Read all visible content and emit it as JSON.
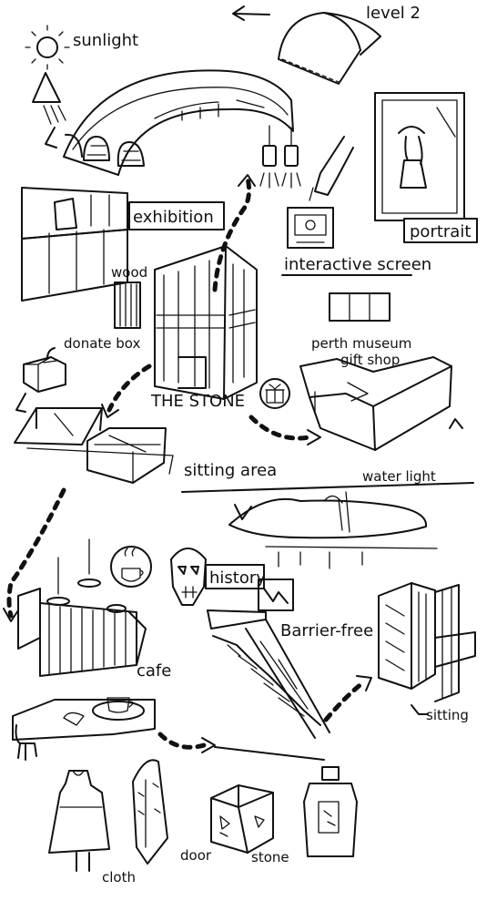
{
  "labels": {
    "level": "level 2",
    "sunlight": "sunlight",
    "exhibition": "exhibition",
    "portrait": "portrait",
    "interactive_screen": "interactive screen",
    "wood": "wood",
    "donate_box": "donate box",
    "the_stone": "THE STONE",
    "gift_shop_1": "perth museum",
    "gift_shop_2": "gift shop",
    "sitting_area": "sitting area",
    "water_light": "water light",
    "history": "history",
    "barrier_free": "Barrier-free",
    "cafe": "cafe",
    "sitting": "sitting",
    "cloth": "cloth",
    "door": "door",
    "stone": "stone"
  },
  "icons": [
    "sun-icon",
    "arrow-left-icon",
    "coffee-cup-icon",
    "skull-icon",
    "gift-icon",
    "lightning-icon",
    "gift-box-icon"
  ]
}
